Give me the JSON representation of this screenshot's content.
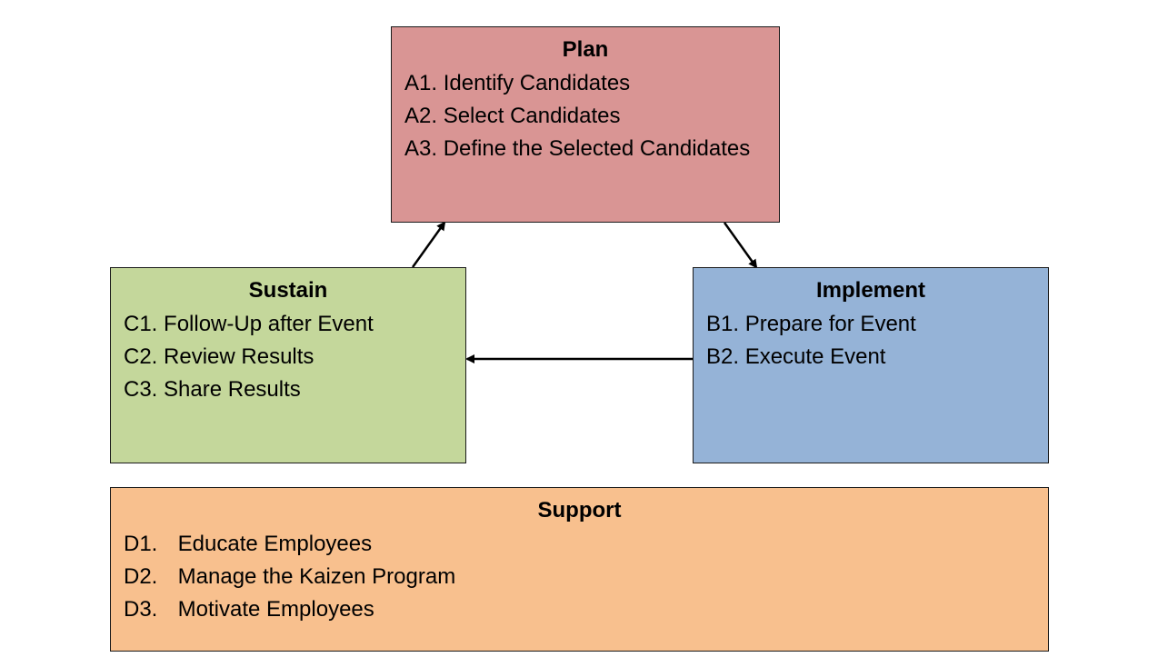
{
  "colors": {
    "plan_fill": "#d99594",
    "implement_fill": "#95b3d7",
    "sustain_fill": "#c4d79b",
    "support_fill": "#f8c08e",
    "outline": "#1a1a1a",
    "arrow": "#000000"
  },
  "plan": {
    "title": "Plan",
    "items": [
      {
        "id": "A1.",
        "text": "Identify Candidates"
      },
      {
        "id": "A2.",
        "text": "Select Candidates"
      },
      {
        "id": "A3.",
        "text": "Define the Selected Candidates"
      }
    ]
  },
  "implement": {
    "title": "Implement",
    "items": [
      {
        "id": "B1.",
        "text": "Prepare for Event"
      },
      {
        "id": "B2.",
        "text": "Execute Event"
      }
    ]
  },
  "sustain": {
    "title": "Sustain",
    "items": [
      {
        "id": "C1.",
        "text": "Follow-Up after Event"
      },
      {
        "id": "C2.",
        "text": "Review Results"
      },
      {
        "id": "C3.",
        "text": "Share Results"
      }
    ]
  },
  "support": {
    "title": "Support",
    "items": [
      {
        "id": "D1.",
        "text": "Educate Employees"
      },
      {
        "id": "D2.",
        "text": "Manage the Kaizen Program"
      },
      {
        "id": "D3.",
        "text": "Motivate Employees"
      }
    ]
  },
  "connections": [
    {
      "from": "plan",
      "to": "implement"
    },
    {
      "from": "implement",
      "to": "sustain"
    },
    {
      "from": "sustain",
      "to": "plan"
    }
  ]
}
